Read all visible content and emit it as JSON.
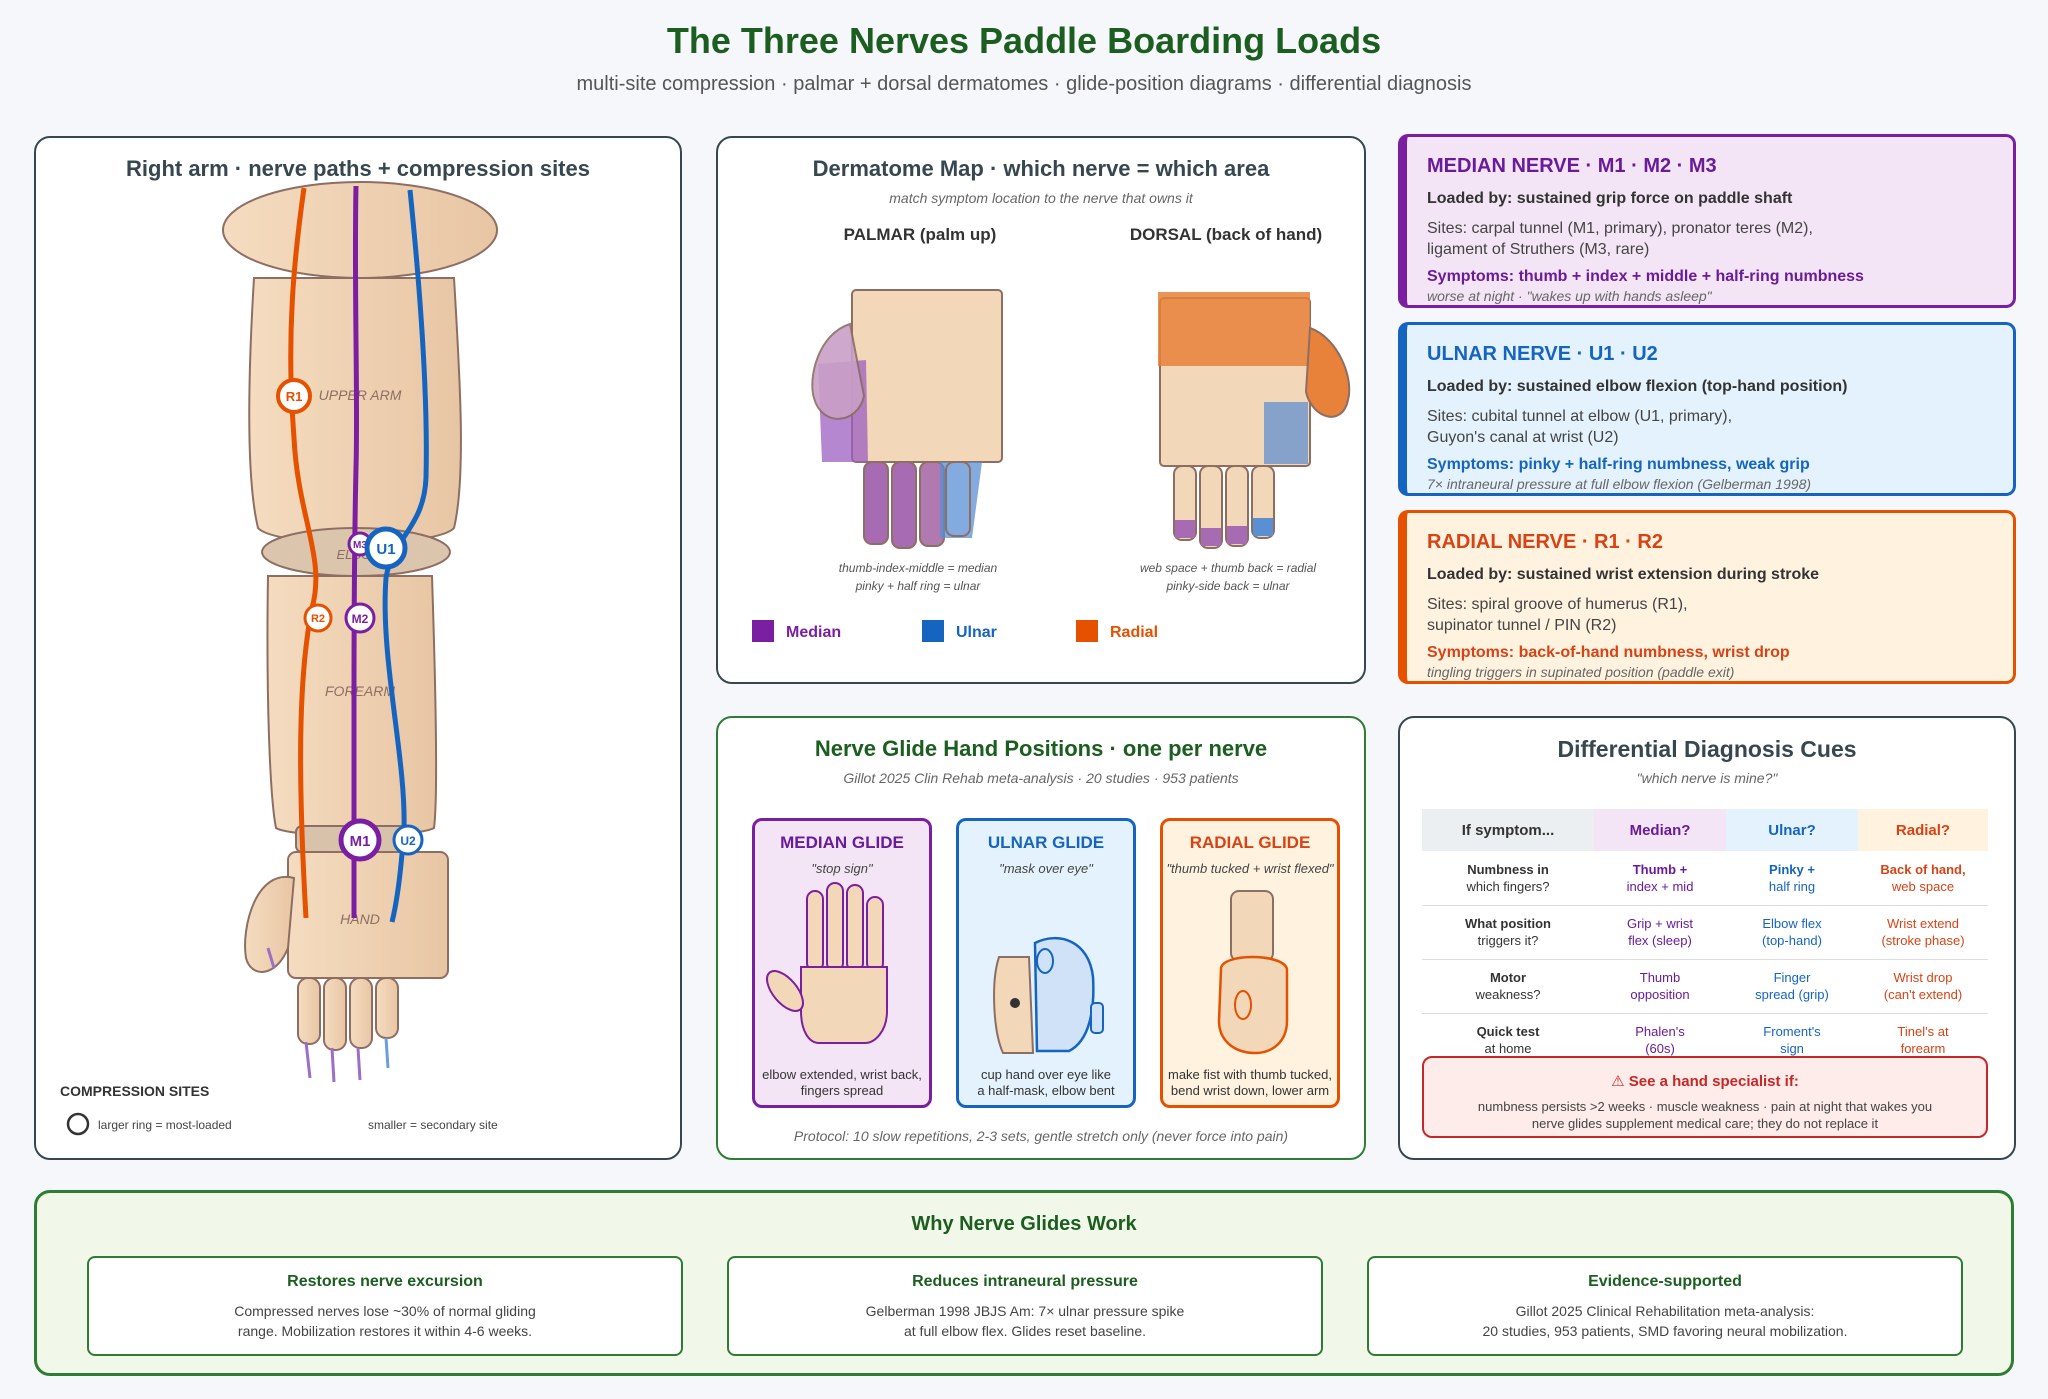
{
  "header": {
    "title": "The Three Nerves Paddle Boarding Loads",
    "subtitle": "multi-site compression · palmar + dorsal dermatomes · glide-position diagrams · differential diagnosis"
  },
  "arm": {
    "title": "Right arm · nerve paths + compression sites",
    "region_labels": {
      "upper_arm": "UPPER ARM",
      "elbow": "ELBOW",
      "forearm": "FOREARM",
      "hand": "HAND"
    },
    "site_labels": {
      "r1": "R1",
      "r2": "R2",
      "m1": "M1",
      "m2": "M2",
      "m3": "M3",
      "u1": "U1",
      "u2": "U2"
    },
    "legend_title": "COMPRESSION SITES",
    "legend_large": "larger ring = most-loaded",
    "legend_small": "smaller = secondary site"
  },
  "dermatome": {
    "title": "Dermatome Map · which nerve = which area",
    "subtitle": "match symptom location to the nerve that owns it",
    "palmar_label": "PALMAR (palm up)",
    "dorsal_label": "DORSAL (back of hand)",
    "palmar_note_1": "thumb-index-middle = median",
    "palmar_note_2": "pinky + half ring = ulnar",
    "dorsal_note_1": "web space + thumb back = radial",
    "dorsal_note_2": "pinky-side back = ulnar",
    "legend": {
      "median": "Median",
      "ulnar": "Ulnar",
      "radial": "Radial"
    }
  },
  "colors": {
    "median": "#7b1fa2",
    "ulnar": "#1565c0",
    "radial": "#e65100",
    "green": "#2e7d32",
    "skin": "#f0d2b2",
    "skin_stroke": "#8d6e63"
  },
  "nerves": {
    "median": {
      "title": "MEDIAN NERVE · M1 · M2 · M3",
      "loaded_by": "Loaded by: sustained grip force on paddle shaft",
      "sites_1": "Sites: carpal tunnel (M1, primary), pronator teres (M2),",
      "sites_2": "ligament of Struthers (M3, rare)",
      "symptoms": "Symptoms: thumb + index + middle + half-ring numbness",
      "note": "worse at night · \"wakes up with hands asleep\""
    },
    "ulnar": {
      "title": "ULNAR NERVE · U1 · U2",
      "loaded_by": "Loaded by: sustained elbow flexion (top-hand position)",
      "sites_1": "Sites: cubital tunnel at elbow (U1, primary),",
      "sites_2": "Guyon's canal at wrist (U2)",
      "symptoms": "Symptoms: pinky + half-ring numbness, weak grip",
      "note": "7× intraneural pressure at full elbow flexion (Gelberman 1998)"
    },
    "radial": {
      "title": "RADIAL NERVE · R1 · R2",
      "loaded_by": "Loaded by: sustained wrist extension during stroke",
      "sites_1": "Sites: spiral groove of humerus (R1),",
      "sites_2": "supinator tunnel / PIN (R2)",
      "symptoms": "Symptoms: back-of-hand numbness, wrist drop",
      "note": "tingling triggers in supinated position (paddle exit)"
    }
  },
  "glides": {
    "title": "Nerve Glide Hand Positions · one per nerve",
    "subtitle": "Gillot 2025 Clin Rehab meta-analysis · 20 studies · 953 patients",
    "protocol": "Protocol: 10 slow repetitions, 2-3 sets, gentle stretch only (never force into pain)",
    "median": {
      "title": "MEDIAN GLIDE",
      "quote": "\"stop sign\"",
      "desc_1": "elbow extended, wrist back,",
      "desc_2": "fingers spread"
    },
    "ulnar": {
      "title": "ULNAR GLIDE",
      "quote": "\"mask over eye\"",
      "desc_1": "cup hand over eye like",
      "desc_2": "a half-mask, elbow bent"
    },
    "radial": {
      "title": "RADIAL GLIDE",
      "quote": "\"thumb tucked + wrist flexed\"",
      "desc_1": "make fist with thumb tucked,",
      "desc_2": "bend wrist down, lower arm"
    }
  },
  "diff": {
    "title": "Differential Diagnosis Cues",
    "subtitle": "\"which nerve is mine?\"",
    "headers": [
      "If symptom...",
      "Median?",
      "Ulnar?",
      "Radial?"
    ],
    "rows": [
      {
        "q1": "Numbness in",
        "q2": "which fingers?",
        "m1": "Thumb +",
        "m2": "index + mid",
        "u1": "Pinky +",
        "u2": "half ring",
        "r1": "Back of hand,",
        "r2": "web space"
      },
      {
        "q1": "What position",
        "q2": "triggers it?",
        "m1": "Grip + wrist",
        "m2": "flex (sleep)",
        "u1": "Elbow flex",
        "u2": "(top-hand)",
        "r1": "Wrist extend",
        "r2": "(stroke phase)"
      },
      {
        "q1": "Motor",
        "q2": "weakness?",
        "m1": "Thumb",
        "m2": "opposition",
        "u1": "Finger",
        "u2": "spread (grip)",
        "r1": "Wrist drop",
        "r2": "(can't extend)"
      },
      {
        "q1": "Quick test",
        "q2": "at home",
        "m1": "Phalen's",
        "m2": "(60s)",
        "u1": "Froment's",
        "u2": "sign",
        "r1": "Tinel's at",
        "r2": "forearm"
      }
    ],
    "warning_title": "⚠ See a hand specialist if:",
    "warning_1": "numbness persists >2 weeks · muscle weakness · pain at night that wakes you",
    "warning_2": "nerve glides supplement medical care; they do not replace it"
  },
  "why": {
    "title": "Why Nerve Glides Work",
    "boxes": [
      {
        "title": "Restores nerve excursion",
        "line1": "Compressed nerves lose ~30% of normal gliding",
        "line2": "range. Mobilization restores it within 4-6 weeks."
      },
      {
        "title": "Reduces intraneural pressure",
        "line1": "Gelberman 1998 JBJS Am: 7× ulnar pressure spike",
        "line2": "at full elbow flex. Glides reset baseline."
      },
      {
        "title": "Evidence-supported",
        "line1": "Gillot 2025 Clinical Rehabilitation meta-analysis:",
        "line2": "20 studies, 953 patients, SMD favoring neural mobilization."
      }
    ]
  }
}
